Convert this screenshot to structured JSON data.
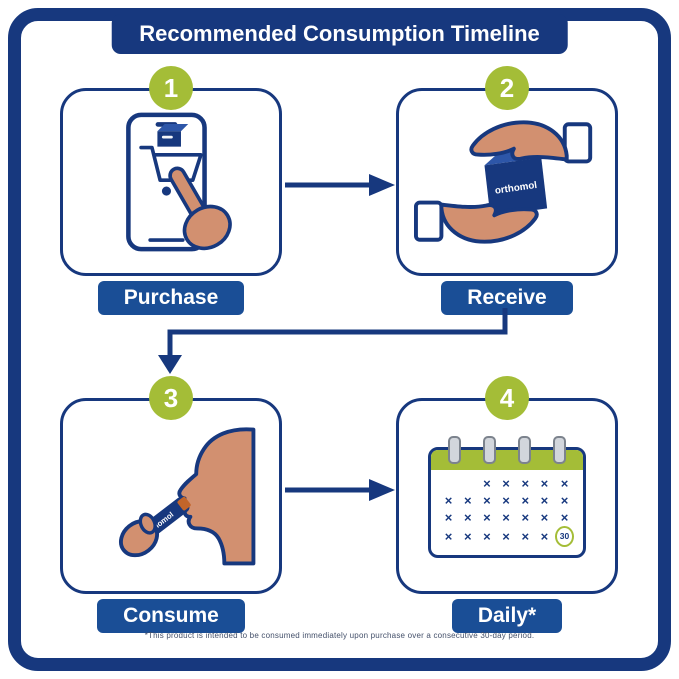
{
  "title": "Recommended Consumption Timeline",
  "steps": [
    {
      "number": "1",
      "label": "Purchase"
    },
    {
      "number": "2",
      "label": "Receive"
    },
    {
      "number": "3",
      "label": "Consume"
    },
    {
      "number": "4",
      "label": "Daily*"
    }
  ],
  "brand": "orthomol",
  "calendar": {
    "mark": "×",
    "final_day": "30",
    "rows": [
      [
        "",
        "",
        "×",
        "×",
        "×",
        "×",
        "×"
      ],
      [
        "×",
        "×",
        "×",
        "×",
        "×",
        "×",
        "×"
      ],
      [
        "×",
        "×",
        "×",
        "×",
        "×",
        "×",
        "×"
      ],
      [
        "×",
        "×",
        "×",
        "×",
        "×",
        "×",
        "30"
      ]
    ]
  },
  "footnote": "*This product is intended to be consumed immediately upon purchase over a consecutive 30-day period.",
  "colors": {
    "navy": "#17387E",
    "label_blue": "#1A4E96",
    "green": "#A4BD37",
    "skin": "#D29070",
    "box_top_blue": "#2D56A8",
    "vial_tip_orange": "#C2652A"
  }
}
